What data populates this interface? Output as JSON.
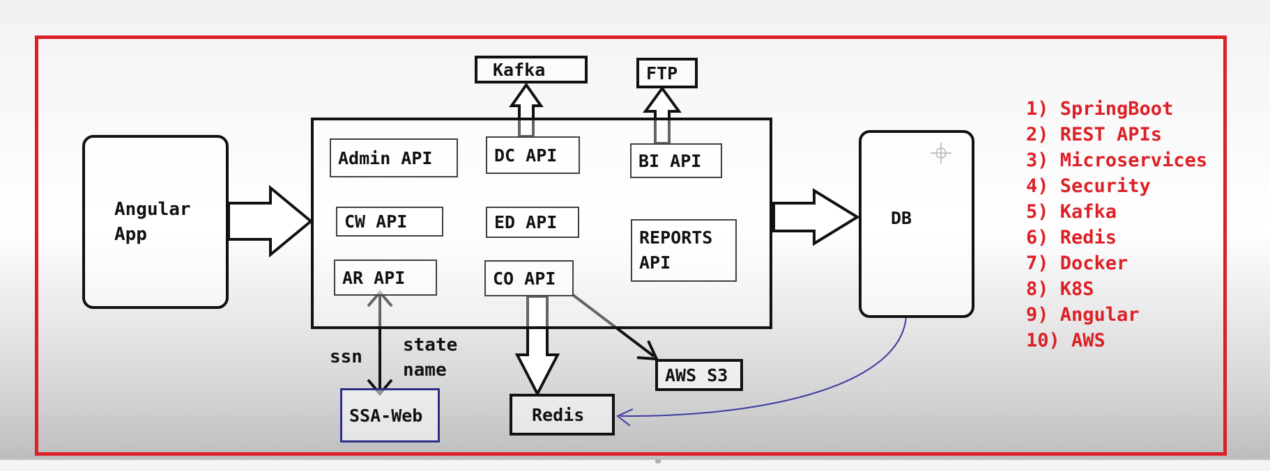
{
  "diagram": {
    "client": "Angular\nApp",
    "gateway_services": [
      "Admin API",
      "DC API",
      "BI API",
      "CW API",
      "ED API",
      "REPORTS\nAPI",
      "AR API",
      "CO API"
    ],
    "database": "DB",
    "external": {
      "kafka": "Kafka",
      "ftp": "FTP",
      "ssa_web": "SSA-Web",
      "redis": "Redis",
      "aws_s3": "AWS S3"
    },
    "edge_labels": {
      "ssn": "ssn",
      "state_name": "state\nname"
    }
  },
  "topics": [
    "1) SpringBoot",
    "2) REST APIs",
    "3) Microservices",
    "4) Security",
    "5) Kafka",
    "6) Redis",
    "7) Docker",
    "8) K8S",
    "9) Angular",
    "10) AWS"
  ],
  "colors": {
    "frame_border": "#dd1f26",
    "topic_text": "#dd1f26",
    "ssa_web_border": "#2b2f88",
    "db_to_redis_line": "#3a3aa0"
  }
}
